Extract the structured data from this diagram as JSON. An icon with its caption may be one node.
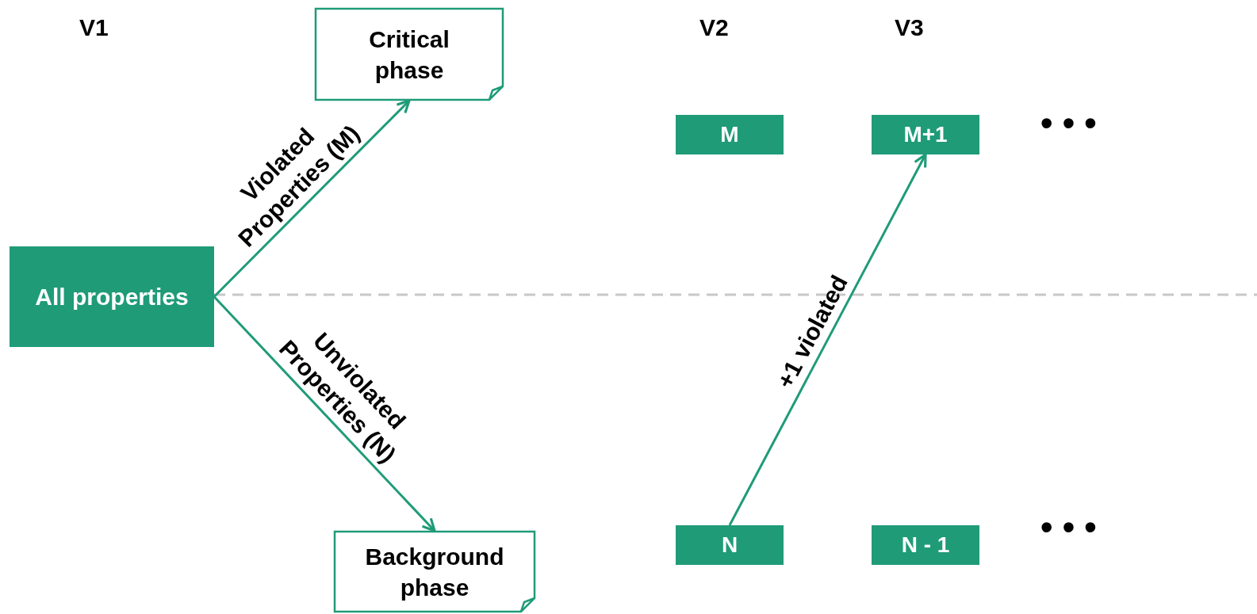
{
  "diagram": {
    "nodes": [
      {
        "text": [
          "All properties"
        ]
      },
      {
        "text": [
          "Critical phase"
        ]
      },
      {
        "text": [
          "Background phase"
        ]
      },
      {
        "text": [
          "M"
        ]
      },
      {
        "text": [
          "M+1"
        ]
      },
      {
        "text": [
          "N"
        ]
      },
      {
        "text": [
          "N - 1"
        ]
      }
    ],
    "edges": [
      {
        "from": 0,
        "to": 1,
        "arrow": "to",
        "label": "Violated Properties (M)"
      },
      {
        "from": 0,
        "to": 2,
        "arrow": "to",
        "label": "Unviolated Properties (N)"
      },
      {
        "from": 5,
        "to": 4,
        "arrow": "to",
        "label": "+1 violated"
      }
    ],
    "labels": [
      "V1",
      "V2",
      "V3",
      "• • •",
      "• • •"
    ]
  }
}
